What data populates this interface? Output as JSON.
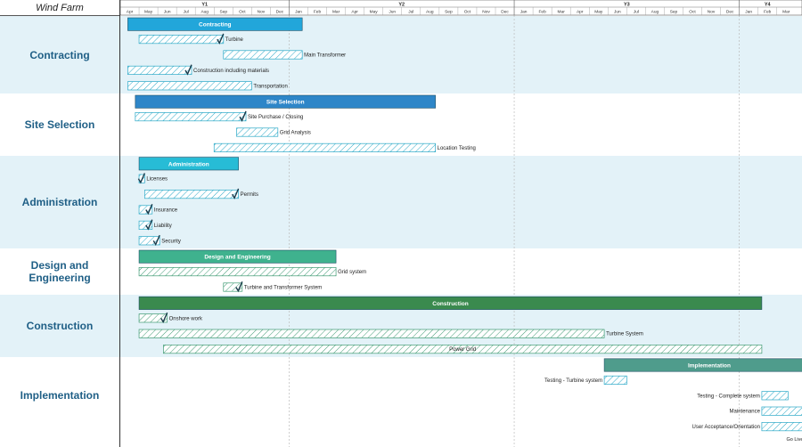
{
  "app_title": "Wind Farm",
  "colors": {
    "band_light": "#e3f2f8",
    "band_white": "#ffffff",
    "label_blue": "#1f5f86",
    "hatch_blue": "#2aa8c7",
    "hatch_green": "#3e9a73",
    "summary_contracting": "#22a6da",
    "summary_site": "#2e86c8",
    "summary_admin": "#27bcd6",
    "summary_design": "#3fb28e",
    "summary_construction": "#3a8a4e",
    "summary_implementation": "#4f9c8c",
    "go_live": "#f0b400"
  },
  "chart_data": {
    "type": "gantt",
    "title": "Wind Farm",
    "years": [
      {
        "label": "Y1",
        "start": 0,
        "end": 9
      },
      {
        "label": "Y2",
        "start": 9,
        "end": 21
      },
      {
        "label": "Y3",
        "start": 21,
        "end": 33
      },
      {
        "label": "Y4",
        "start": 33,
        "end": 36
      }
    ],
    "months": [
      "Apr",
      "May",
      "Jun",
      "Jul",
      "Aug",
      "Sep",
      "Oct",
      "Nov",
      "Dec",
      "Jan",
      "Feb",
      "Mar",
      "Apr",
      "May",
      "Jun",
      "Jul",
      "Aug",
      "Sep",
      "Oct",
      "Nov",
      "Dec",
      "Jan",
      "Feb",
      "Mar",
      "Apr",
      "May",
      "Jun",
      "Jul",
      "Aug",
      "Sep",
      "Oct",
      "Nov",
      "Dec",
      "Jan",
      "Feb",
      "Mar"
    ],
    "groups": [
      {
        "name": "Contracting",
        "shade": "light",
        "summary": {
          "label": "Contracting",
          "start": 0.4,
          "end": 9.7,
          "color_key": "summary_contracting"
        },
        "tasks": [
          {
            "label": "Turbine",
            "start": 1.0,
            "end": 5.5,
            "done": true,
            "style": "blue"
          },
          {
            "label": "Main Transformer",
            "start": 5.5,
            "end": 9.7,
            "done": false,
            "style": "blue"
          },
          {
            "label": "Construction including materials",
            "start": 0.4,
            "end": 3.8,
            "done": true,
            "style": "blue"
          },
          {
            "label": "Transportation",
            "start": 0.4,
            "end": 7.0,
            "done": false,
            "style": "blue"
          }
        ]
      },
      {
        "name": "Site Selection",
        "shade": "white",
        "summary": {
          "label": "Site Selection",
          "start": 0.8,
          "end": 16.8,
          "color_key": "summary_site"
        },
        "tasks": [
          {
            "label": "Site Purchase / Closing",
            "start": 0.8,
            "end": 6.7,
            "done": true,
            "style": "blue"
          },
          {
            "label": "Grid Analysis",
            "start": 6.2,
            "end": 8.4,
            "done": false,
            "style": "blue"
          },
          {
            "label": "Location Testing",
            "start": 5.0,
            "end": 16.8,
            "done": false,
            "style": "blue"
          }
        ]
      },
      {
        "name": "Administration",
        "shade": "light",
        "summary": {
          "label": "Administration",
          "start": 1.0,
          "end": 6.3,
          "color_key": "summary_admin"
        },
        "tasks": [
          {
            "label": "Licenses",
            "start": 1.0,
            "end": 1.3,
            "done": true,
            "style": "blue"
          },
          {
            "label": "Permits",
            "start": 1.3,
            "end": 6.3,
            "done": true,
            "style": "blue"
          },
          {
            "label": "Insurance",
            "start": 1.0,
            "end": 1.7,
            "done": true,
            "style": "blue"
          },
          {
            "label": "Liability",
            "start": 1.0,
            "end": 1.7,
            "done": true,
            "style": "blue"
          },
          {
            "label": "Security",
            "start": 1.0,
            "end": 2.1,
            "done": true,
            "style": "blue"
          }
        ]
      },
      {
        "name": "Design and Engineering",
        "shade": "white",
        "summary": {
          "label": "Design and Engineering",
          "start": 1.0,
          "end": 11.5,
          "color_key": "summary_design"
        },
        "tasks": [
          {
            "label": "Grid system",
            "start": 1.0,
            "end": 11.5,
            "done": false,
            "style": "green"
          },
          {
            "label": "Turbine and Transformer System",
            "start": 5.5,
            "end": 6.5,
            "done": true,
            "style": "green"
          }
        ]
      },
      {
        "name": "Construction",
        "shade": "light",
        "summary": {
          "label": "Construction",
          "start": 1.0,
          "end": 34.2,
          "color_key": "summary_construction"
        },
        "tasks": [
          {
            "label": "Onshore work",
            "start": 1.0,
            "end": 2.5,
            "done": true,
            "style": "green"
          },
          {
            "label": "Turbine System",
            "start": 1.0,
            "end": 25.8,
            "done": false,
            "style": "green"
          },
          {
            "label": "Power Grid",
            "start": 2.3,
            "end": 34.2,
            "done": false,
            "style": "green",
            "label_inside": true
          }
        ]
      },
      {
        "name": "Implementation",
        "shade": "white",
        "summary": {
          "label": "Implementation",
          "start": 25.8,
          "end": 37.0,
          "color_key": "summary_implementation"
        },
        "tasks": [
          {
            "label": "Testing - Turbine system",
            "start": 25.8,
            "end": 27.0,
            "done": false,
            "style": "blue",
            "label_left": true
          },
          {
            "label": "Testing - Complete system",
            "start": 34.2,
            "end": 35.6,
            "done": false,
            "style": "blue",
            "label_left": true
          },
          {
            "label": "Maintenance",
            "start": 34.2,
            "end": 36.6,
            "done": false,
            "style": "blue",
            "label_left": true
          },
          {
            "label": "User Acceptance/Orientation",
            "start": 34.2,
            "end": 36.9,
            "done": false,
            "style": "blue",
            "label_left": true
          }
        ]
      }
    ],
    "milestone": {
      "label": "Go Live",
      "at": 36.6
    }
  }
}
